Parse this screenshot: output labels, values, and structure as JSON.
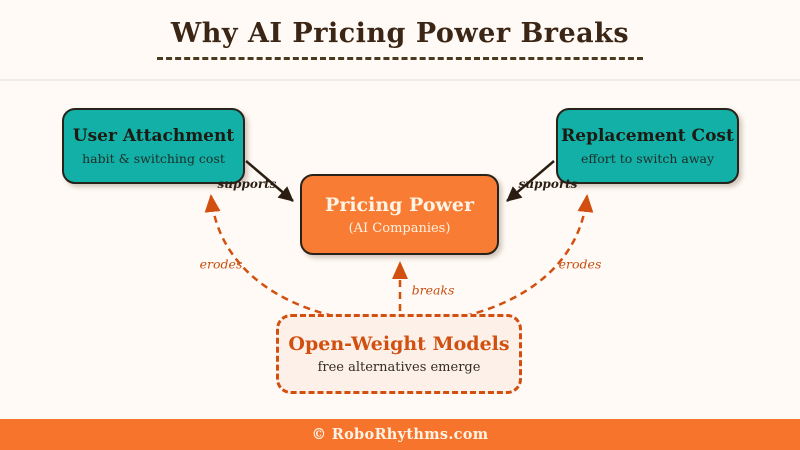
{
  "title": "Why AI Pricing Power Breaks",
  "nodes": {
    "user_attachment": {
      "title": "User Attachment",
      "subtitle": "habit & switching cost"
    },
    "replacement_cost": {
      "title": "Replacement Cost",
      "subtitle": "effort to switch away"
    },
    "pricing_power": {
      "title": "Pricing Power",
      "subtitle": "(AI Companies)"
    },
    "open_weight_models": {
      "title": "Open-Weight Models",
      "subtitle": "free alternatives emerge"
    }
  },
  "edges": {
    "supports_left": "supports",
    "supports_right": "supports",
    "erodes_left": "erodes",
    "erodes_right": "erodes",
    "breaks": "breaks"
  },
  "footer": {
    "text": "© RoboRhythms.com"
  },
  "colors": {
    "teal": "#12b0a6",
    "orange": "#f87c33",
    "burnt_orange": "#d2500f",
    "footer_orange": "#f7742c",
    "title_brown": "#3b2515",
    "background": "#fffaf5"
  }
}
